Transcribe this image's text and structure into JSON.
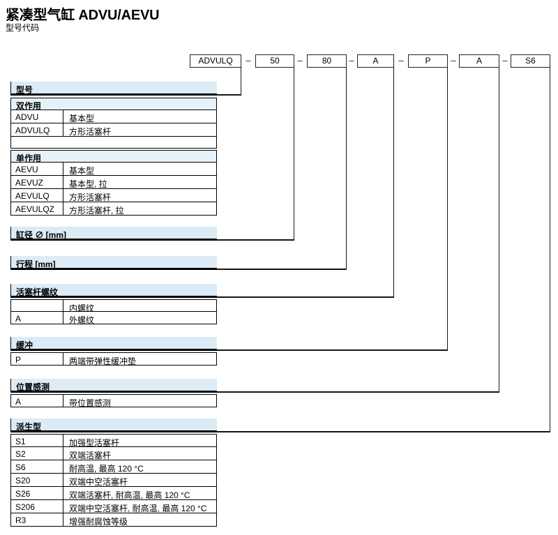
{
  "page": {
    "title": "紧凑型气缸 ADVU/AEVU",
    "subtitle": "型号代码"
  },
  "code_row": {
    "boxes": [
      "ADVULQ",
      "50",
      "80",
      "A",
      "P",
      "A",
      "S6"
    ],
    "separator": "–"
  },
  "sections": {
    "model": {
      "header": "型号",
      "groups": [
        {
          "label": "双作用",
          "rows": [
            [
              "ADVU",
              "基本型"
            ],
            [
              "ADVULQ",
              "方形活塞杆"
            ]
          ]
        },
        {
          "label": "单作用",
          "rows": [
            [
              "AEVU",
              "基本型"
            ],
            [
              "AEVUZ",
              "基本型, 拉"
            ],
            [
              "AEVULQ",
              "方形活塞杆"
            ],
            [
              "AEVULQZ",
              "方形活塞杆, 拉"
            ]
          ]
        }
      ]
    },
    "bore": {
      "header": "缸径 ∅ [mm]"
    },
    "stroke": {
      "header": "行程 [mm]"
    },
    "rod_thread": {
      "header": "活塞杆螺纹",
      "rows": [
        [
          "",
          "内螺纹"
        ],
        [
          "A",
          "外螺纹"
        ]
      ]
    },
    "cushioning": {
      "header": "缓冲",
      "rows": [
        [
          "P",
          "两端带弹性缓冲垫"
        ]
      ]
    },
    "position_sensing": {
      "header": "位置感测",
      "rows": [
        [
          "A",
          "带位置感测"
        ]
      ]
    },
    "variants": {
      "header": "派生型",
      "rows": [
        [
          "S1",
          "加强型活塞杆"
        ],
        [
          "S2",
          "双端活塞杆"
        ],
        [
          "S6",
          "耐高温, 最高 120 °C"
        ],
        [
          "S20",
          "双端中空活塞杆"
        ],
        [
          "S26",
          "双端活塞杆, 耐高温, 最高 120 °C"
        ],
        [
          "S206",
          "双端中空活塞杆, 耐高温, 最高 120 °C"
        ],
        [
          "R3",
          "增强耐腐蚀等级"
        ]
      ]
    }
  },
  "colors": {
    "header_bg": "#dcebf5",
    "subheader_bg": "#e6f1f9",
    "line": "#151515",
    "text": "#000000",
    "background": "#ffffff"
  }
}
